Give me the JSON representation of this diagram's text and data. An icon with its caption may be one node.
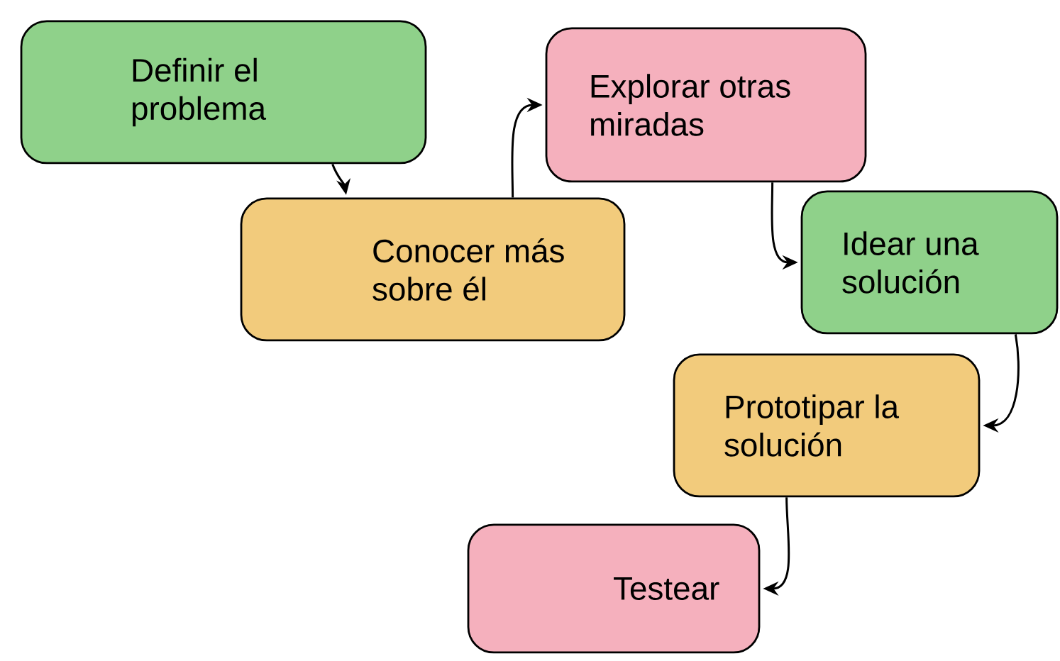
{
  "diagram": {
    "nodes": [
      {
        "text": [
          "Definir el problema"
        ]
      },
      {
        "text": [
          "Conocer más sobre él"
        ]
      },
      {
        "text": [
          "Explorar otras miradas"
        ]
      },
      {
        "text": [
          "Idear una solución"
        ]
      },
      {
        "text": [
          "Prototipar la solución"
        ]
      },
      {
        "text": [
          "Testear"
        ]
      }
    ],
    "edges": [
      {
        "from": 0,
        "to": 1,
        "arrow": "to"
      },
      {
        "from": 1,
        "to": 2,
        "arrow": "to"
      },
      {
        "from": 2,
        "to": 3,
        "arrow": "to"
      },
      {
        "from": 3,
        "to": 4,
        "arrow": "to"
      },
      {
        "from": 4,
        "to": 5,
        "arrow": "to"
      }
    ]
  }
}
